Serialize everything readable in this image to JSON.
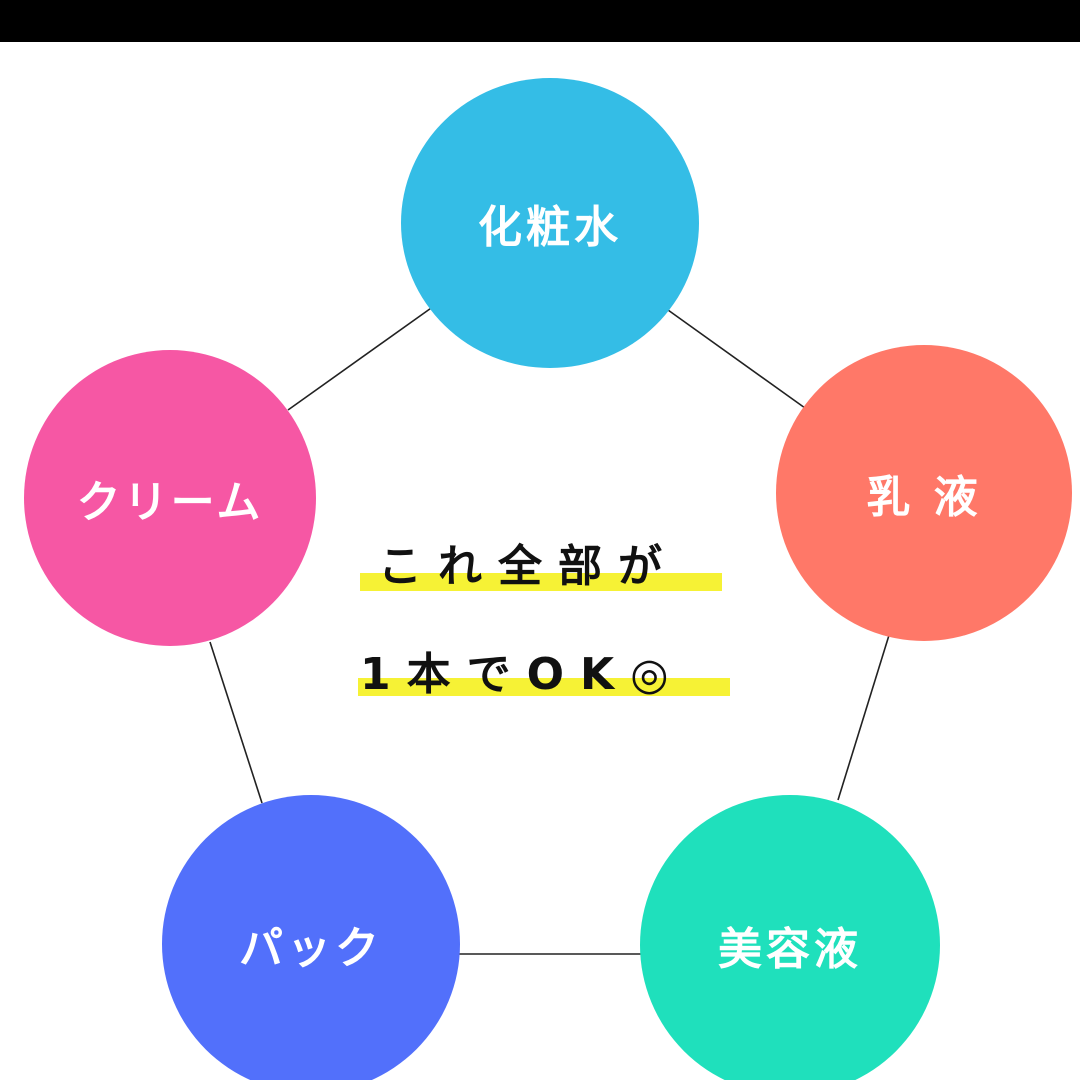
{
  "diagram": {
    "nodes": [
      {
        "id": "water",
        "label": "化粧水",
        "color": "#34bde6"
      },
      {
        "id": "milk",
        "label": "乳 液",
        "color": "#ff7868"
      },
      {
        "id": "serum",
        "label": "美容液",
        "color": "#1fe0bc"
      },
      {
        "id": "pack",
        "label": "パック",
        "color": "#5270fb"
      },
      {
        "id": "cream",
        "label": "クリーム",
        "color": "#f657a4"
      }
    ],
    "edges": [
      [
        "water",
        "milk"
      ],
      [
        "milk",
        "serum"
      ],
      [
        "serum",
        "pack"
      ],
      [
        "pack",
        "cream"
      ],
      [
        "cream",
        "water"
      ]
    ],
    "edge_color": "#222222",
    "highlight_color": "#f6f235"
  },
  "center": {
    "line1": "これ全部が",
    "line2": "1本でOK◎"
  }
}
